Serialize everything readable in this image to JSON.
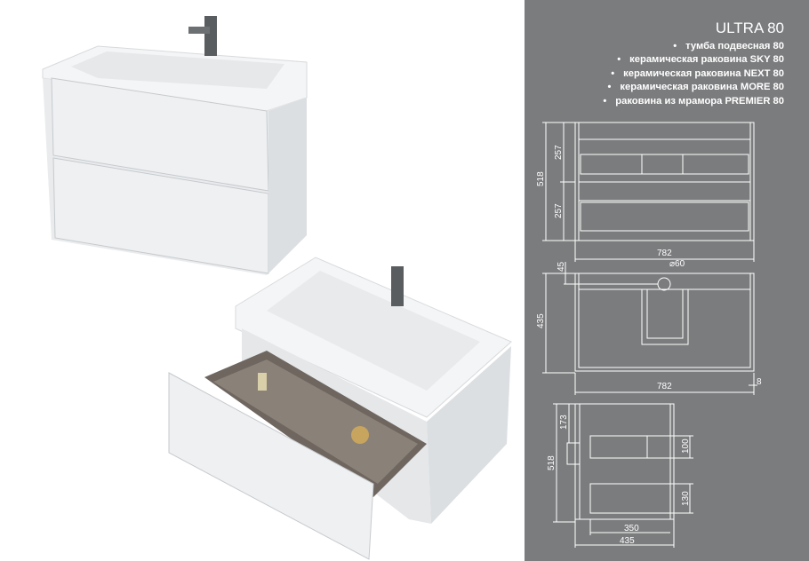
{
  "product": {
    "title": "ULTRA 80",
    "items": [
      "тумба подвесная 80",
      "керамическая раковина SKY 80",
      "керамическая раковина NEXT 80",
      "керамическая раковина MORE 80",
      "раковина из мрамора PREMIER 80"
    ]
  },
  "dimensions": {
    "front": {
      "height_total": "518",
      "drawer_top": "257",
      "drawer_bottom": "257",
      "width": "782"
    },
    "top": {
      "depth": "435",
      "offset": "45",
      "hole": "⌀60",
      "width": "782",
      "gap": "8"
    },
    "side": {
      "height_total": "518",
      "top_offset": "173",
      "drawer_top": "100",
      "drawer_bottom": "130",
      "inner_depth": "350",
      "depth": "435"
    }
  },
  "colors": {
    "panel": "#7b7c7e",
    "line": "#ffffff"
  }
}
